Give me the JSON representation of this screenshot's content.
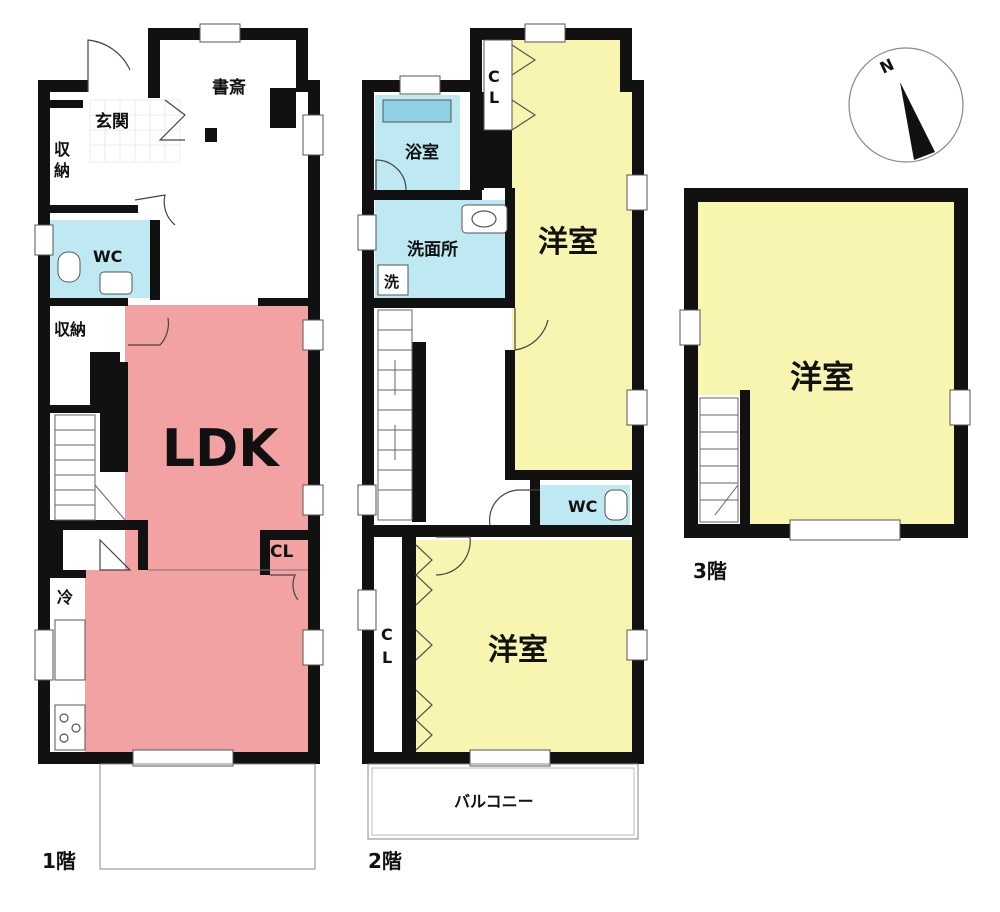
{
  "floors": {
    "f1": {
      "floor_label": "1階",
      "rooms": {
        "study": "書斎",
        "entrance": "玄関",
        "storage_v": "収納",
        "wc": "WC",
        "storage2": "収納",
        "ldk": "LDK",
        "closet": "CL",
        "fridge": "冷"
      }
    },
    "f2": {
      "floor_label": "2階",
      "rooms": {
        "closet_top": "CL",
        "bath": "浴室",
        "washroom": "洗面所",
        "washer": "洗",
        "western_upper": "洋室",
        "wc": "WC",
        "closet_left": "CL",
        "western_lower": "洋室",
        "balcony": "バルコニー"
      }
    },
    "f3": {
      "floor_label": "3階",
      "rooms": {
        "western": "洋室"
      }
    }
  },
  "compass": {
    "label": "N"
  },
  "colors": {
    "ldk": "#f2a2a2",
    "western": "#f7f5b0",
    "wet_area": "#bfe9f2",
    "wall": "#111111"
  }
}
